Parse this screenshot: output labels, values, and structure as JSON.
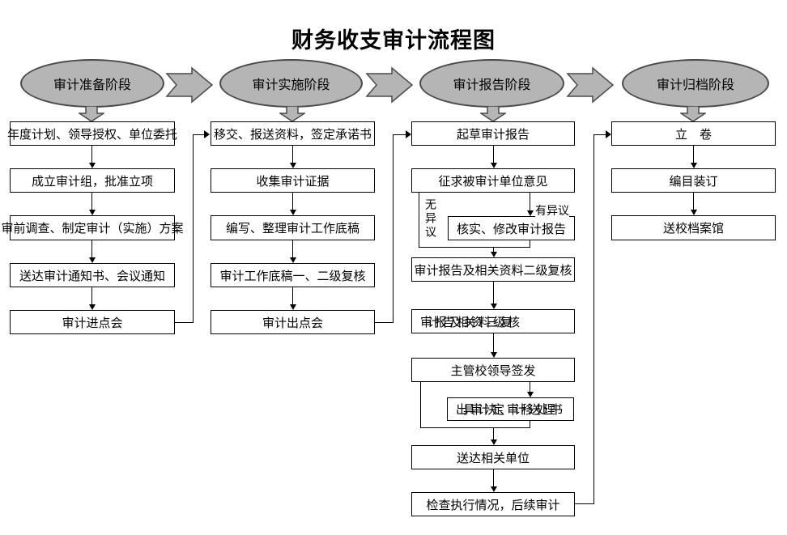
{
  "title": "财务收支审计流程图",
  "stages": {
    "prepare": "审计准备阶段",
    "implement": "审计实施阶段",
    "report": "审计报告阶段",
    "archive": "审计归档阶段"
  },
  "prepare_steps": [
    "年度计划、领导授权、单位委托",
    "成立审计组，批准立项",
    "审前调查、制定审计（实施）方案",
    "送达审计通知书、会议通知",
    "审计进点会"
  ],
  "implement_steps": [
    "移交、报送资料，签定承诺书",
    "收集审计证据",
    "编写、整理审计工作底稿",
    "审计工作底稿一、二级复核",
    "审计出点会"
  ],
  "report_steps": {
    "draft": "起草审计报告",
    "solicit": "征求被审计单位意见",
    "verify_revise": "核实、修改审计报告",
    "second_review": "审计报告及相关资料二级复核",
    "third_review": "审计报告及相关资料三级复核",
    "leader_sign": "主管校领导签发",
    "issue_decision": "出具审计决定、审计移送处理书",
    "deliver": "送达相关单位",
    "follow_up": "检查执行情况，后续审计"
  },
  "archive_steps": [
    "立　卷",
    "编目装订",
    "送校档案馆"
  ],
  "branch_labels": {
    "no_objection": "无异议",
    "objection": "有异议"
  },
  "colors": {
    "stage_fill": "#b5b5b5",
    "stage_border": "#4a4a4a",
    "box_border": "#000000",
    "line": "#000000",
    "background": "#ffffff",
    "text": "#000000"
  }
}
